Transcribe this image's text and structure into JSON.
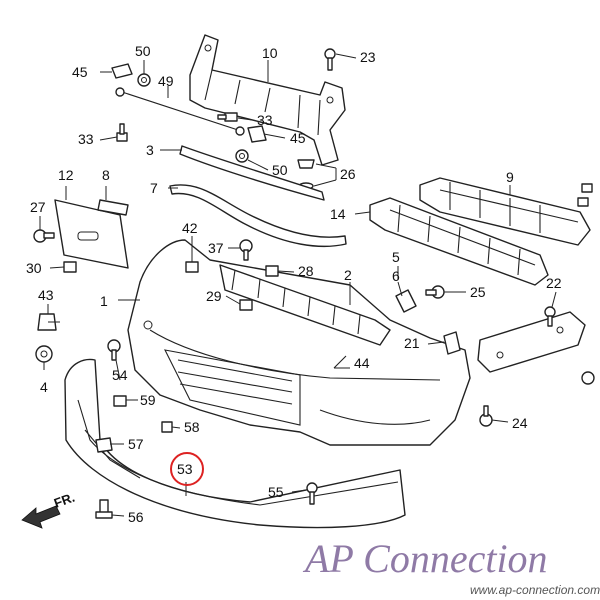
{
  "diagram": {
    "callouts": {
      "c1": "1",
      "c2": "2",
      "c3": "3",
      "c4": "4",
      "c5": "5",
      "c6": "6",
      "c7": "7",
      "c8": "8",
      "c9": "9",
      "c10": "10",
      "c12": "12",
      "c14": "14",
      "c21": "21",
      "c22": "22",
      "c23": "23",
      "c24": "24",
      "c25": "25",
      "c26": "26",
      "c27": "27",
      "c28": "28",
      "c29": "29",
      "c30": "30",
      "c33a": "33",
      "c33b": "33",
      "c37": "37",
      "c42": "42",
      "c43": "43",
      "c44": "44",
      "c45a": "45",
      "c45b": "45",
      "c49": "49",
      "c50a": "50",
      "c50b": "50",
      "c53": "53",
      "c54": "54",
      "c55": "55",
      "c56": "56",
      "c57": "57",
      "c58": "58",
      "c59": "59"
    },
    "highlight_ring_color": "#d22",
    "front_indicator": "FR.",
    "watermark": {
      "brand": "AP Connection",
      "url": "www.ap-connection.com",
      "color": "#8f7aa6"
    }
  }
}
